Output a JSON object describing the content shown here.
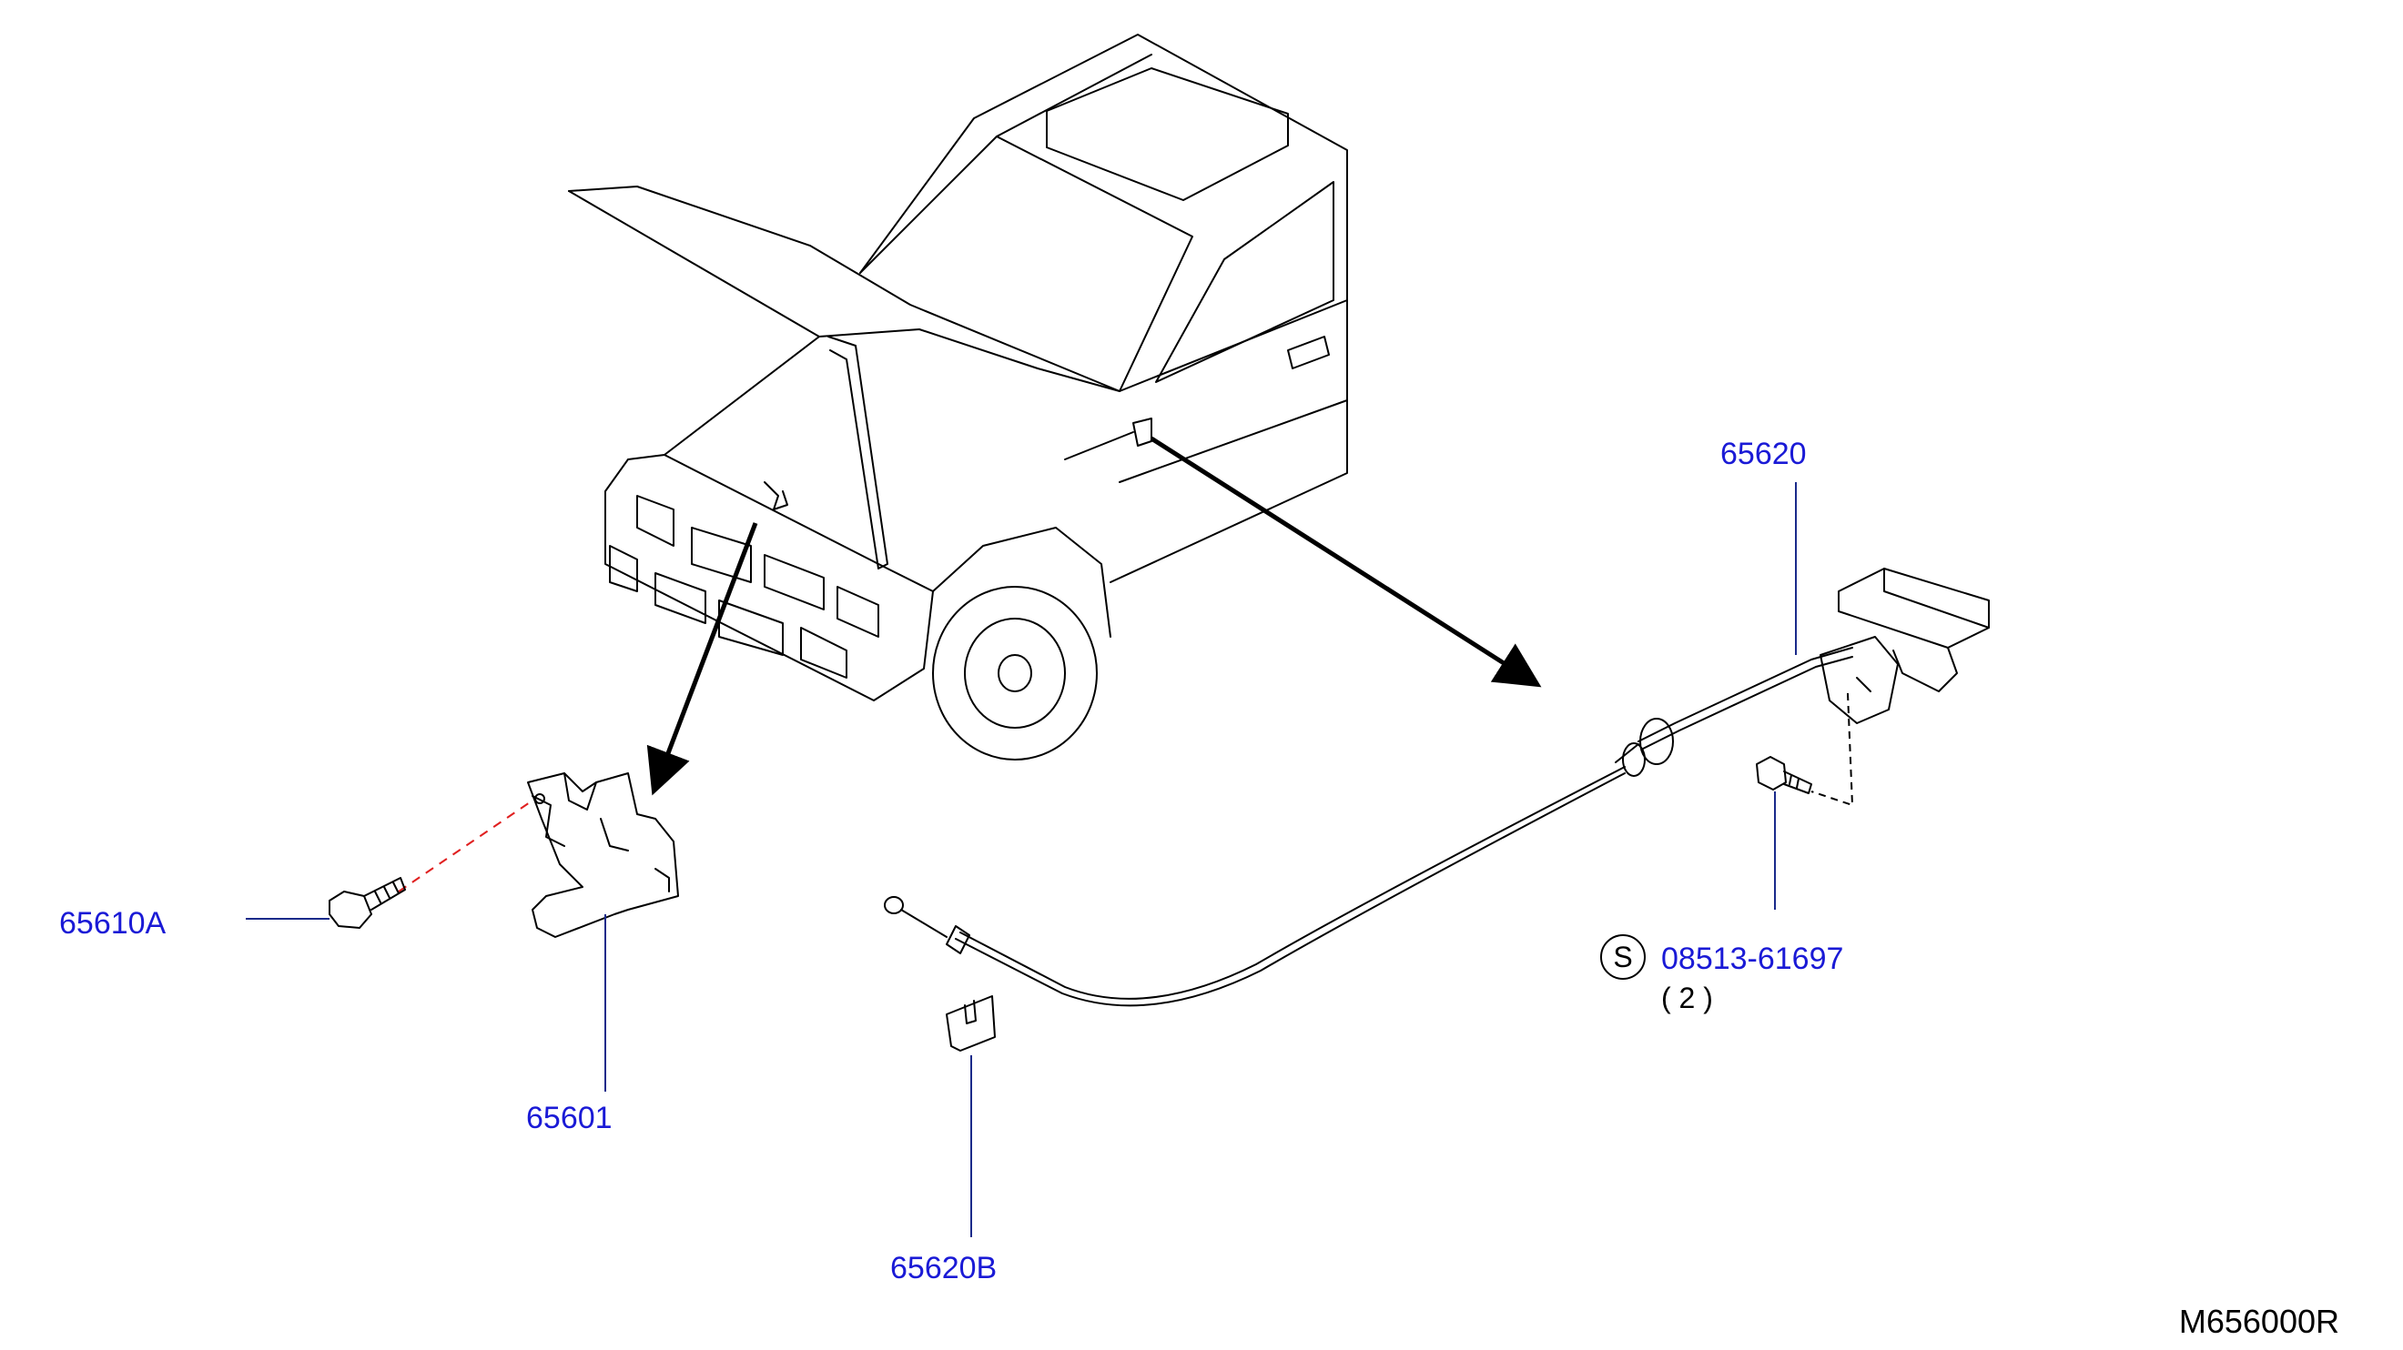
{
  "diagram": {
    "reference_code": "M656000R",
    "colors": {
      "label": "#1a1ad6",
      "leader": "#1a2a8a",
      "line_art": "#000000",
      "dashed_red": "#e02020"
    },
    "parts": {
      "p65601": {
        "number": "65601",
        "name_icon": "hood-lock-icon"
      },
      "p65610A": {
        "number": "65610A",
        "name_icon": "bolt-icon"
      },
      "p65620": {
        "number": "65620",
        "name_icon": "hood-release-cable-icon"
      },
      "p65620B": {
        "number": "65620B",
        "name_icon": "cable-clip-icon"
      },
      "p08513": {
        "number": "08513-61697",
        "symbol": "S",
        "quantity": "( 2 )",
        "name_icon": "screw-icon"
      }
    }
  }
}
